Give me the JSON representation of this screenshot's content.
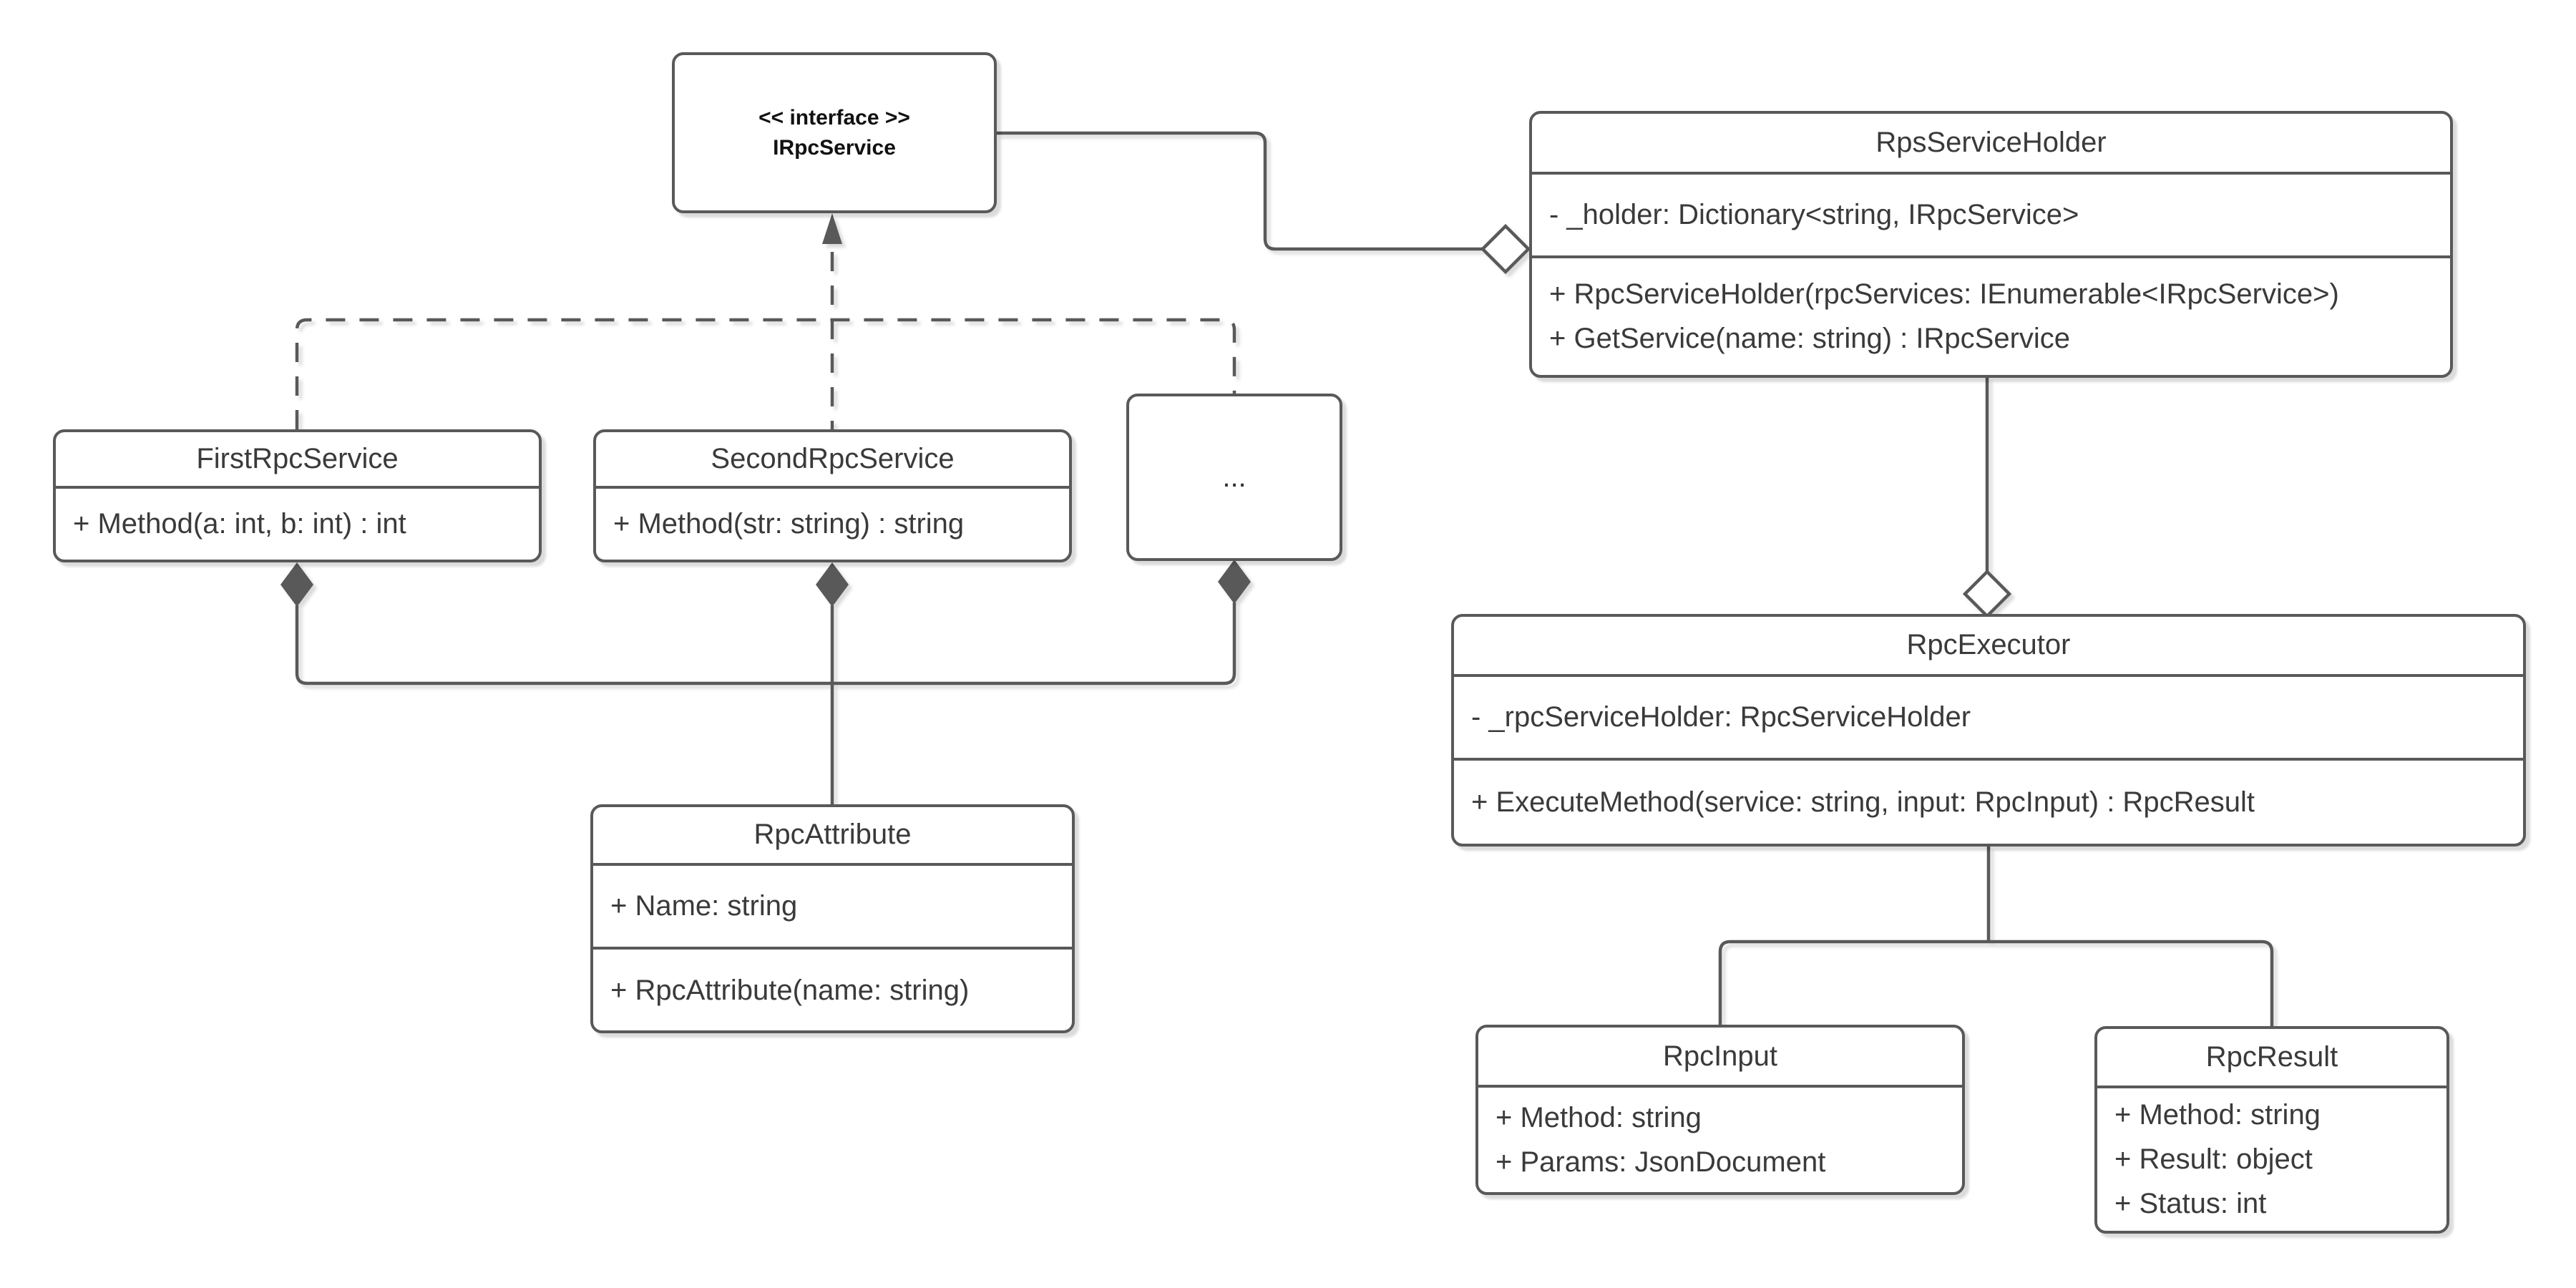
{
  "diagram": {
    "kind": "uml-class-diagram",
    "background_color": "#ffffff",
    "stroke_color": "#595959",
    "text_color": "#3a3a3a"
  },
  "interface": {
    "stereotype": "<< interface >>",
    "name": "IRpcService"
  },
  "classes": {
    "rps_service_holder": {
      "title": "RpsServiceHolder",
      "attr1": "- _holder: Dictionary<string, IRpcService>",
      "method1": "+ RpcServiceHolder(rpcServices: IEnumerable<IRpcService>)",
      "method2": "+ GetService(name: string) : IRpcService"
    },
    "first_rpc_service": {
      "title": "FirstRpcService",
      "method1": "+ Method(a: int, b: int) : int"
    },
    "second_rpc_service": {
      "title": "SecondRpcService",
      "method1": "+ Method(str: string) : string"
    },
    "ellipsis_class": {
      "title": "..."
    },
    "rpc_attribute": {
      "title": "RpcAttribute",
      "attr1": "+ Name: string",
      "method1": "+ RpcAttribute(name: string)"
    },
    "rpc_executor": {
      "title": "RpcExecutor",
      "attr1": "- _rpcServiceHolder: RpcServiceHolder",
      "method1": "+ ExecuteMethod(service: string, input: RpcInput) : RpcResult"
    },
    "rpc_input": {
      "title": "RpcInput",
      "attr1": "+ Method: string",
      "attr2": "+ Params: JsonDocument"
    },
    "rpc_result": {
      "title": "RpcResult",
      "attr1": "+ Method: string",
      "attr2": "+ Result: object",
      "attr3": "+ Status: int"
    }
  },
  "relationships": {
    "realization": "FirstRpcService, SecondRpcService, ... implement IRpcService",
    "aggregation_holder": "RpsServiceHolder aggregates IRpcService",
    "aggregation_executor": "RpcExecutor aggregates RpsServiceHolder",
    "composition_attribute": "Services compose RpcAttribute",
    "association_children": "RpcExecutor uses RpcInput and RpcResult"
  }
}
